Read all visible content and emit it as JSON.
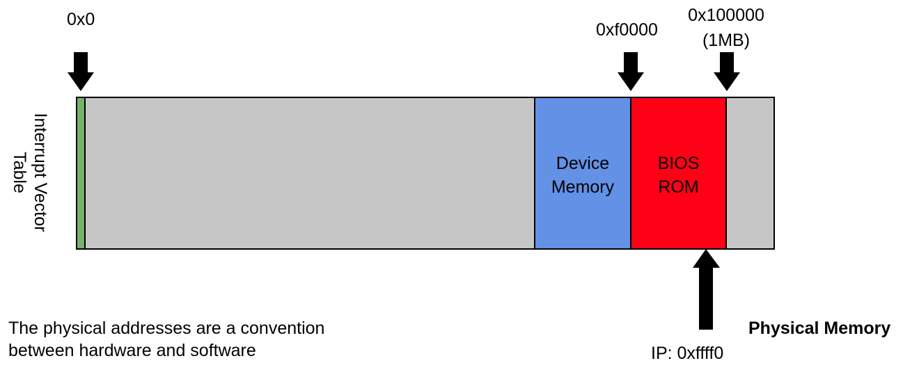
{
  "addresses": {
    "start": "0x0",
    "bios_start": "0xf0000",
    "end": "0x100000",
    "end_size": "(1MB)"
  },
  "regions": {
    "ivt_label": "Interrupt Vector Table",
    "device_memory_line1": "Device",
    "device_memory_line2": "Memory",
    "bios_rom_line1": "BIOS",
    "bios_rom_line2": "ROM"
  },
  "pointer": {
    "ip_label": "IP: 0xffff0"
  },
  "caption": {
    "line1": "The physical addresses are a convention",
    "line2": "between hardware and software"
  },
  "title": "Physical Memory",
  "colors": {
    "ivt": "#77b26b",
    "general": "#c6c6c6",
    "device": "#6291e5",
    "bios": "#ff0016",
    "border": "#000000",
    "arrow": "#000000"
  }
}
